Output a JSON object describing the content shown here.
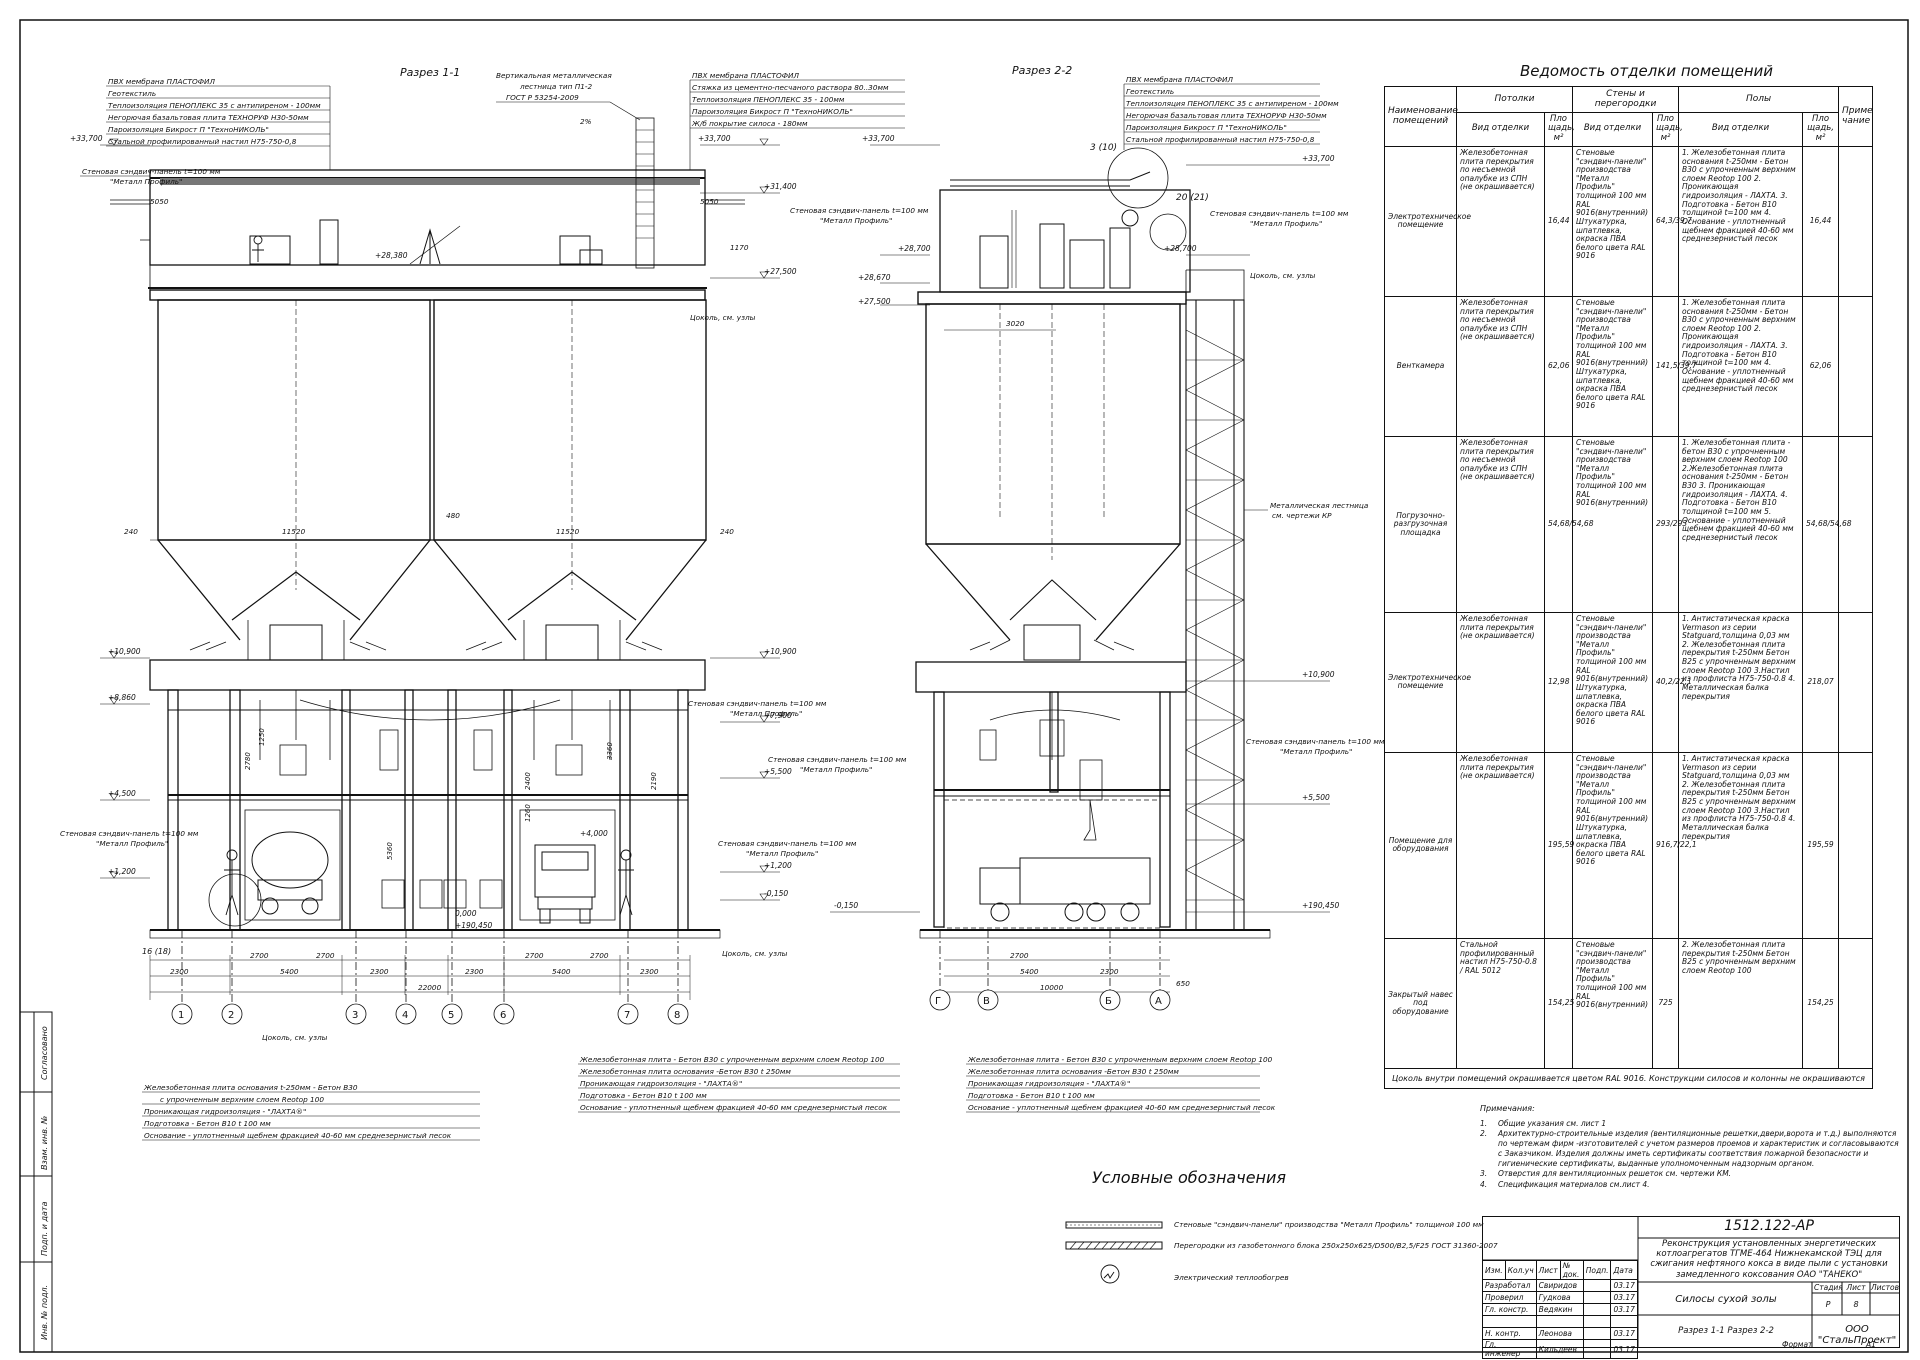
{
  "titles": {
    "section1": "Разрез 1-1",
    "section2": "Разрез 2-2",
    "table_title": "Ведомость отделки помещений",
    "legend_title": "Условные обозначения"
  },
  "roof_layers_left": [
    "ПВХ мембрана ПЛАСТОФИЛ",
    "Геотекстиль",
    "Теплоизоляция ПЕНОПЛЕКС 35 с антипиреном - 100мм",
    "Негорючая базальтовая плита ТЕХНОРУФ Н30-50мм",
    "Пароизоляция Бикрост П \"ТехноНИКОЛЬ\"",
    "Стальной профилированный настил Н75-750-0,8"
  ],
  "roof_layers_mid": [
    "ПВХ мембрана ПЛАСТОФИЛ",
    "Стяжка из цементно-песчаного раствора 80..30мм",
    "Теплоизоляция ПЕНОПЛЕКС 35 - 100мм",
    "Пароизоляция Бикрост П \"ТехноНИКОЛЬ\"",
    "Ж/б покрытие силоса - 180мм"
  ],
  "roof_layers_right": [
    "ПВХ мембрана ПЛАСТОФИЛ",
    "Геотекстиль",
    "Теплоизоляция ПЕНОПЛЕКС 35 с антипиреном - 100мм",
    "Негорючая базальтовая плита ТЕХНОРУФ Н30-50мм",
    "Пароизоляция Бикрост П \"ТехноНИКОЛЬ\"",
    "Стальной профилированный настил Н75-750-0,8"
  ],
  "ladder_note": [
    "Вертикальная металлическая",
    "лестница тип П1-2",
    "ГОСТ Р 53254-2009"
  ],
  "sandwich": [
    "Стеновая сэндвич-панель t=100 мм",
    "\"Металл Профиль\""
  ],
  "plinth_note": "Цоколь, см. узлы",
  "stair_note": [
    "Металлическая лестница",
    "см. чертежи КР"
  ],
  "levels_s1_right": [
    "+33,700",
    "+31,400",
    "+27,500",
    "+10,900",
    "+7,900",
    "+5,500",
    "+1,200",
    "-0,150"
  ],
  "levels_s1_left": [
    "+33,700",
    "+10,900",
    "+8,860",
    "+4,500",
    "+1,200"
  ],
  "levels_s1_inner": [
    "+28,380",
    "0,000",
    "+190,450",
    "+4,000"
  ],
  "levels_s2_left": [
    "+33,700",
    "+28,700",
    "+28,670",
    "+27,500",
    "-0,150"
  ],
  "levels_s2_right": [
    "+33,700",
    "+28,700",
    "+10,900",
    "+5,500",
    "+190,450"
  ],
  "dims_s1": [
    "5050",
    "5050",
    "11520",
    "11520",
    "240",
    "480",
    "240",
    "1170",
    "2700",
    "2700",
    "2700",
    "2700",
    "2300",
    "5400",
    "2300",
    "2300",
    "5400",
    "2300",
    "22000",
    "2780",
    "1250",
    "3360",
    "2400",
    "1260",
    "2190",
    "5360"
  ],
  "dims_s2": [
    "3020",
    "2700",
    "5400",
    "2300",
    "10000",
    "650"
  ],
  "callouts": [
    "3 (10)",
    "20 (21)",
    "16 (18)",
    "2%"
  ],
  "axes_s1": [
    "1",
    "2",
    "3",
    "4",
    "5",
    "6",
    "7",
    "8"
  ],
  "axes_s2": [
    "Г",
    "В",
    "Б",
    "А"
  ],
  "base_notes_s1": [
    "Железобетонная плита основания t-250мм - Бетон В30",
    "с упрочненным верхним слоем Reotop 100",
    "Проникающая гидроизоляция - \"ЛАХТА®\"",
    "Подготовка - Бетон В10 t 100 мм",
    "Основание - уплотненный щебнем фракцией 40-60 мм среднезернистый песок"
  ],
  "base_notes_mid": [
    "Железобетонная плита - Бетон В30 с упрочненным верхним слоем Reotop 100",
    "Железобетонная плита основания -Бетон В30 t 250мм",
    "Проникающая гидроизоляция - \"ЛАХТА®\"",
    "Подготовка - Бетон В10 t 100 мм",
    "Основание - уплотненный щебнем фракцией 40-60 мм среднезернистый песок"
  ],
  "base_notes_s2": [
    "Железобетонная плита - Бетон В30 с упрочненным верхним слоем Reotop 100",
    "Железобетонная плита основания -Бетон В30 t 250мм",
    "Проникающая гидроизоляция - \"ЛАХТА®\"",
    "Подготовка - Бетон В10 t 100 мм",
    "Основание - уплотненный щебнем фракцией 40-60 мм среднезернистый песок"
  ],
  "table": {
    "h_name": "Наименование помещений",
    "h_ceil": "Потолки",
    "h_walls": "Стены и перегородки",
    "h_floor": "Полы",
    "h_note": "Приме чание",
    "h_type": "Вид отделки",
    "h_area": "Пло щадь, м²",
    "rows": [
      {
        "name": "Электротехническое помещение",
        "ceil": "Железобетонная плита перекрытия по несъемной опалубке из СПН (не окрашивается)",
        "ceil_area": "16,44",
        "wall": "Стеновые \"сэндвич-панели\" производства \"Металл Профиль\" толщиной 100 мм RAL 9016(внутренний) Штукатурка, шпатлевка, окраска ПВА белого цвета RAL 9016",
        "wall_area": "64,3/39,7",
        "floor": "1. Железобетонная плита основания t-250мм - Бетон В30 с упрочненным верхним слоем Reotop 100 2. Проникающая гидроизоляция - ЛАХТА. 3. Подготовка - Бетон В10 толщиной t=100 мм 4. Основание - уплотненный щебнем фракцией 40-60 мм среднезернистый песок",
        "floor_area": "16,44"
      },
      {
        "name": "Венткамера",
        "ceil": "Железобетонная плита перекрытия по несъемной опалубке из СПН (не окрашивается)",
        "ceil_area": "62,06",
        "wall": "Стеновые \"сэндвич-панели\" производства \"Металл Профиль\" толщиной 100 мм RAL 9016(внутренний) Штукатурка, шпатлевка, окраска ПВА белого цвета RAL 9016",
        "wall_area": "141,5/39,7",
        "floor": "1. Железобетонная плита основания t-250мм - Бетон В30 с упрочненным верхним слоем Reotop 100 2. Проникающая гидроизоляция - ЛАХТА. 3. Подготовка - Бетон В10 толщиной t=100 мм 4. Основание - уплотненный щебнем фракцией 40-60 мм среднезернистый песок",
        "floor_area": "62,06"
      },
      {
        "name": "Погрузочно-разгрузочная площадка",
        "ceil": "Железобетонная плита перекрытия по несъемной опалубке из СПН (не окрашивается)",
        "ceil_area": "54,68/54,68",
        "wall": "Стеновые \"сэндвич-панели\" производства \"Металл Профиль\" толщиной 100 мм RAL 9016(внутренний)",
        "wall_area": "293/293",
        "floor": "1. Железобетонная плита - бетон В30 с упрочненным верхним слоем Reotop 100 2.Железобетонная плита основания t-250мм - Бетон В30 3. Проникающая гидроизоляция - ЛАХТА. 4. Подготовка - Бетон В10 толщиной t=100 мм 5. Основание - уплотненный щебнем фракцией 40-60 мм среднезернистый песок",
        "floor_area": "54,68/54,68"
      },
      {
        "name": "Электротехническое помещение",
        "ceil": "Железобетонная плита перекрытия (не окрашивается)",
        "ceil_area": "12,98",
        "wall": "Стеновые \"сэндвич-панели\" производства \"Металл Профиль\" толщиной 100 мм RAL 9016(внутренний) Штукатурка, шпатлевка, окраска ПВА белого цвета RAL 9016",
        "wall_area": "40,2/22,1",
        "floor": "1. Антистатическая краска Vermason из серии Statguard,толщина 0,03 мм 2. Железобетонная плита перекрытия t-250мм Бетон В25 с упрочненным верхним слоем Reotop 100 3.Настил из профлиста Н75-750-0.8 4. Металлическая балка перекрытия",
        "floor_area": "218,07"
      },
      {
        "name": "Помещение для оборудования",
        "ceil": "Железобетонная плита перекрытия (не окрашивается)",
        "ceil_area": "195,59",
        "wall": "Стеновые \"сэндвич-панели\" производства \"Металл Профиль\" толщиной 100 мм RAL 9016(внутренний) Штукатурка, шпатлевка, окраска ПВА белого цвета RAL 9016",
        "wall_area": "916,7/22,1",
        "floor": "1. Антистатическая краска Vermason из серии Statguard,толщина 0,03 мм 2. Железобетонная плита перекрытия t-250мм Бетон В25 с упрочненным верхним слоем Reotop 100 3.Настил из профлиста Н75-750-0.8 4. Металлическая балка перекрытия",
        "floor_area": "195,59"
      },
      {
        "name": "Закрытый навес под оборудование",
        "ceil": "Стальной профилированный настил Н75-750-0.8 / RAL 5012",
        "ceil_area": "154,25",
        "wall": "Стеновые \"сэндвич-панели\" производства \"Металл Профиль\" толщиной 100 мм RAL 9016(внутренний)",
        "wall_area": "725",
        "floor": "2. Железобетонная плита перекрытия t-250мм Бетон В25 с упрочненным верхним слоем Reotop 100",
        "floor_area": "154,25"
      }
    ],
    "footer": "Цоколь внутри помещений окрашивается цветом RAL 9016. Конструкции силосов и колонны не окрашиваются"
  },
  "notes": {
    "heading": "Примечания:",
    "items": [
      {
        "n": "1.",
        "t": "Общие указания см. лист 1"
      },
      {
        "n": "2.",
        "t": "Архитектурно-строительные изделия (вентиляционные решетки,двери,ворота и т.д.) выполняются по чертежам фирм -изготовителей с учетом размеров проемов и характеристик и согласовываются с Заказчиком. Изделия должны иметь сертификаты соответствия пожарной безопасности и гигиенические сертификаты, выданные уполномоченным надзорным органом."
      },
      {
        "n": "3.",
        "t": "Отверстия для вентиляционных решеток см. чертежи КМ."
      },
      {
        "n": "4.",
        "t": "Спецификация материалов см.лист 4."
      }
    ]
  },
  "legend": [
    "Стеновые \"сэндвич-панели\" производства \"Металл Профиль\" толщиной 100 мм",
    "Перегородки из газобетонного блока 250х250х625/D500/B2,5/F25 ГОСТ 31360-2007",
    "Электрический теплообогрев"
  ],
  "stamp": {
    "code": "1512.122-АР",
    "project": "Реконструкция установленных энергетических котлоагрегатов ТГМЕ-464 Нижнекамской ТЭЦ для сжигания нефтяного кокса в виде пыли с установки замедленного коксования ОАО \"ТАНЕКО\"",
    "sheet_title": "Силосы сухой золы",
    "drawing_title": "Разрез 1-1 Разрез 2-2",
    "company": "ООО \"СтальПроект\"",
    "stage_h": "Стадия",
    "sheet_h": "Лист",
    "sheets_h": "Листов",
    "stage": "Р",
    "sheet": "8",
    "col_heads": [
      "Изм.",
      "Кол.уч",
      "Лист",
      "№ док.",
      "Подп.",
      "Дата"
    ],
    "people": [
      {
        "role": "Разработал",
        "name": "Свиридов",
        "date": "03.17"
      },
      {
        "role": "Проверил",
        "name": "Гудкова",
        "date": "03.17"
      },
      {
        "role": "Гл. констр.",
        "name": "Ведякин",
        "date": "03.17"
      },
      {
        "role": "",
        "name": "",
        "date": ""
      },
      {
        "role": "Н. контр.",
        "name": "Леонова",
        "date": "03.17"
      },
      {
        "role": "Гл. инженер",
        "name": "Кильдеев",
        "date": "03.17"
      }
    ],
    "format_label": "Формат",
    "format": "А1"
  },
  "side_labels": [
    "Согласовано",
    "Взам. инв. №",
    "Подп. и дата",
    "Инв. № подл."
  ]
}
